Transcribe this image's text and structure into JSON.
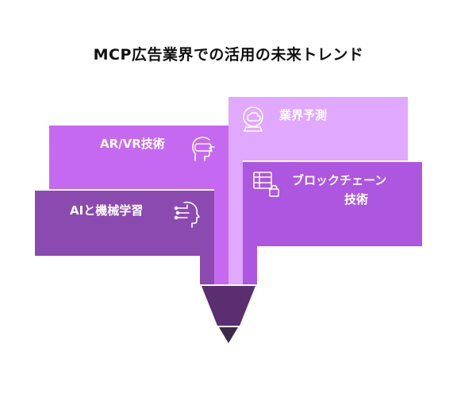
{
  "title": "MCP広告業界での活用の未来トレンド",
  "cards": {
    "industry_forecast": {
      "label": "業界予測",
      "icon": "crystal-ball-cloud-icon",
      "color": "#e1a8ff"
    },
    "ar_vr": {
      "label": "AR/VR技術",
      "icon": "vr-headset-head-icon",
      "color": "#c56af0"
    },
    "blockchain": {
      "label_line1": "ブロックチェーン",
      "label_line2": "技術",
      "icon": "database-lock-icon",
      "color": "#ad56e0"
    },
    "ai_ml": {
      "label": "AIと機械学習",
      "icon": "ai-head-circuit-icon",
      "color": "#8a4ab0"
    }
  },
  "funnel": {
    "color_top": "#5a2e70",
    "color_tip": "#3e2a4a"
  }
}
